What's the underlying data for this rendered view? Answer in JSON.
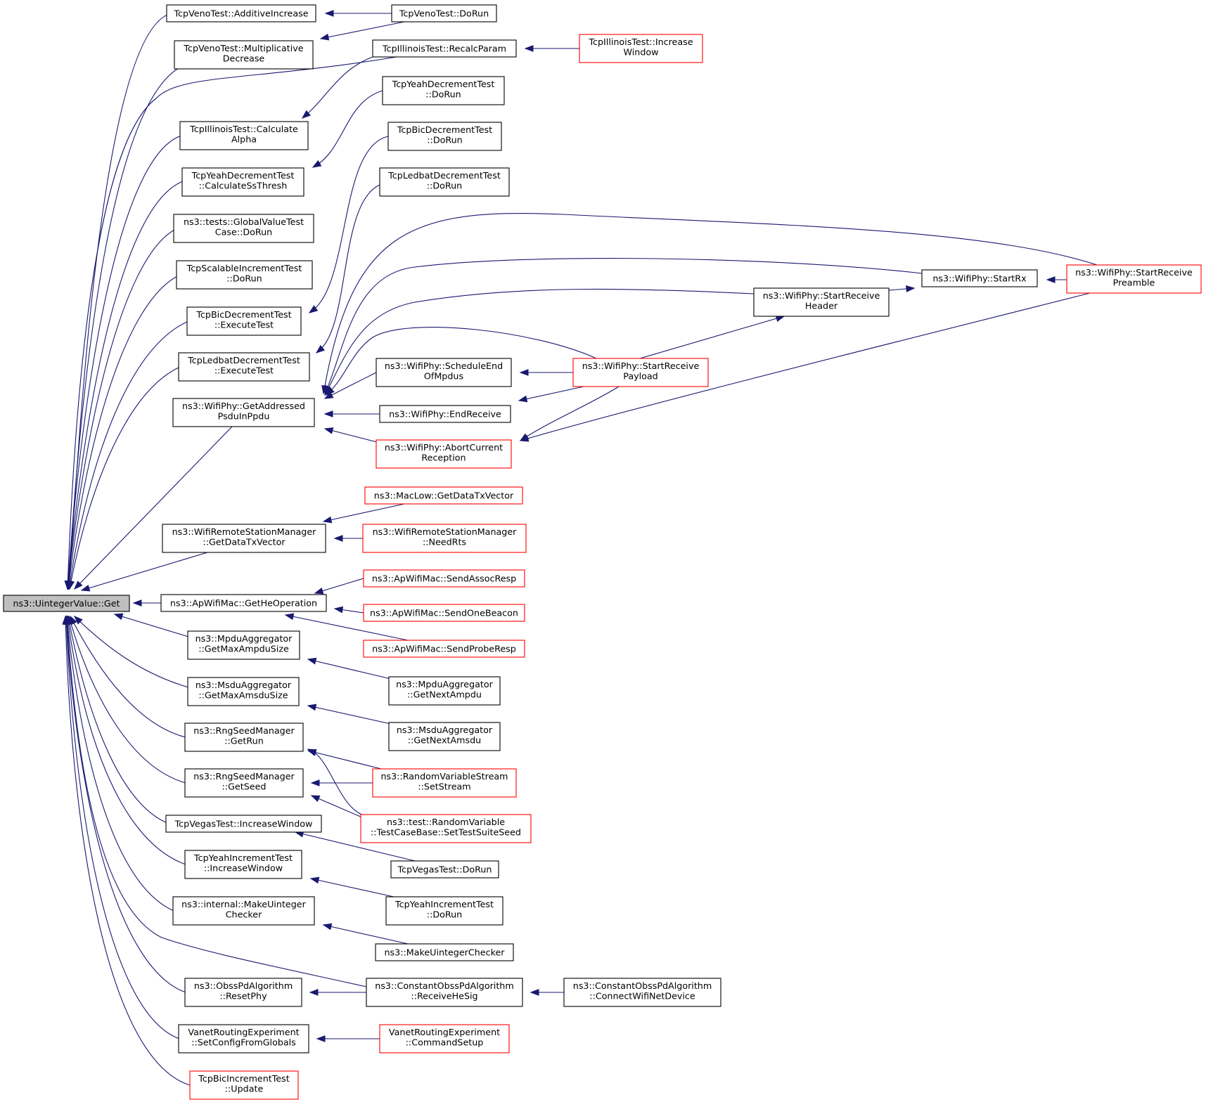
{
  "diagram": {
    "edge_color": "#191970",
    "normal_border": "#000000",
    "red_border": "#ff0000",
    "root_fill": "#bfbfbf",
    "nodes": [
      {
        "id": "root",
        "lines": [
          "ns3::UintegerValue::Get"
        ],
        "style": "root"
      },
      {
        "id": "vaddinc",
        "lines": [
          "TcpVenoTest::AdditiveIncrease"
        ],
        "style": "normal"
      },
      {
        "id": "vmul",
        "lines": [
          "TcpVenoTest::Multiplicative",
          "Decrease"
        ],
        "style": "normal"
      },
      {
        "id": "vdorun",
        "lines": [
          "TcpVenoTest::DoRun"
        ],
        "style": "normal"
      },
      {
        "id": "recalc",
        "lines": [
          "TcpIllinoisTest::RecalcParam"
        ],
        "style": "normal"
      },
      {
        "id": "incwin",
        "lines": [
          "TcpIllinoisTest::Increase",
          "Window"
        ],
        "style": "red"
      },
      {
        "id": "calpha",
        "lines": [
          "TcpIllinoisTest::Calculate",
          "Alpha"
        ],
        "style": "normal"
      },
      {
        "id": "yahdec",
        "lines": [
          "TcpYeahDecrementTest",
          "::DoRun"
        ],
        "style": "normal"
      },
      {
        "id": "yahss",
        "lines": [
          "TcpYeahDecrementTest",
          "::CalculateSsThresh"
        ],
        "style": "normal"
      },
      {
        "id": "bicdecrun",
        "lines": [
          "TcpBicDecrementTest",
          "::DoRun"
        ],
        "style": "normal"
      },
      {
        "id": "gvt",
        "lines": [
          "ns3::tests::GlobalValueTest",
          "Case::DoRun"
        ],
        "style": "normal"
      },
      {
        "id": "ledrun",
        "lines": [
          "TcpLedbatDecrementTest",
          "::DoRun"
        ],
        "style": "normal"
      },
      {
        "id": "scal",
        "lines": [
          "TcpScalableIncrementTest",
          "::DoRun"
        ],
        "style": "normal"
      },
      {
        "id": "bicexec",
        "lines": [
          "TcpBicDecrementTest",
          "::ExecuteTest"
        ],
        "style": "normal"
      },
      {
        "id": "ledexec",
        "lines": [
          "TcpLedbatDecrementTest",
          "::ExecuteTest"
        ],
        "style": "normal"
      },
      {
        "id": "getaddr",
        "lines": [
          "ns3::WifiPhy::GetAddressed",
          "PsduInPpdu"
        ],
        "style": "normal"
      },
      {
        "id": "startrx",
        "lines": [
          "ns3::WifiPhy::StartRx"
        ],
        "style": "normal"
      },
      {
        "id": "srpre",
        "lines": [
          "ns3::WifiPhy::StartReceive",
          "Preamble"
        ],
        "style": "red"
      },
      {
        "id": "srhdr",
        "lines": [
          "ns3::WifiPhy::StartReceive",
          "Header"
        ],
        "style": "normal"
      },
      {
        "id": "schedend",
        "lines": [
          "ns3::WifiPhy::ScheduleEnd",
          "OfMpdus"
        ],
        "style": "normal"
      },
      {
        "id": "srpay",
        "lines": [
          "ns3::WifiPhy::StartReceive",
          "Payload"
        ],
        "style": "red"
      },
      {
        "id": "endrecv",
        "lines": [
          "ns3::WifiPhy::EndReceive"
        ],
        "style": "normal"
      },
      {
        "id": "abort",
        "lines": [
          "ns3::WifiPhy::AbortCurrent",
          "Reception"
        ],
        "style": "red"
      },
      {
        "id": "maclow",
        "lines": [
          "ns3::MacLow::GetDataTxVector"
        ],
        "style": "red"
      },
      {
        "id": "wrsm",
        "lines": [
          "ns3::WifiRemoteStationManager",
          "::GetDataTxVector"
        ],
        "style": "normal"
      },
      {
        "id": "needrts",
        "lines": [
          "ns3::WifiRemoteStationManager",
          "::NeedRts"
        ],
        "style": "red"
      },
      {
        "id": "assoc",
        "lines": [
          "ns3::ApWifiMac::SendAssocResp"
        ],
        "style": "red"
      },
      {
        "id": "heop",
        "lines": [
          "ns3::ApWifiMac::GetHeOperation"
        ],
        "style": "normal"
      },
      {
        "id": "beacon",
        "lines": [
          "ns3::ApWifiMac::SendOneBeacon"
        ],
        "style": "red"
      },
      {
        "id": "probe",
        "lines": [
          "ns3::ApWifiMac::SendProbeResp"
        ],
        "style": "red"
      },
      {
        "id": "mpdumax",
        "lines": [
          "ns3::MpduAggregator",
          "::GetMaxAmpduSize"
        ],
        "style": "normal"
      },
      {
        "id": "mpdunext",
        "lines": [
          "ns3::MpduAggregator",
          "::GetNextAmpdu"
        ],
        "style": "normal"
      },
      {
        "id": "msdumax",
        "lines": [
          "ns3::MsduAggregator",
          "::GetMaxAmsduSize"
        ],
        "style": "normal"
      },
      {
        "id": "msdunext",
        "lines": [
          "ns3::MsduAggregator",
          "::GetNextAmsdu"
        ],
        "style": "normal"
      },
      {
        "id": "getrun",
        "lines": [
          "ns3::RngSeedManager",
          "::GetRun"
        ],
        "style": "normal"
      },
      {
        "id": "setstream",
        "lines": [
          "ns3::RandomVariableStream",
          "::SetStream"
        ],
        "style": "red"
      },
      {
        "id": "getseed",
        "lines": [
          "ns3::RngSeedManager",
          "::GetSeed"
        ],
        "style": "normal"
      },
      {
        "id": "settest",
        "lines": [
          "ns3::test::RandomVariable",
          "::TestCaseBase::SetTestSuiteSeed"
        ],
        "style": "red"
      },
      {
        "id": "vegasinc",
        "lines": [
          "TcpVegasTest::IncreaseWindow"
        ],
        "style": "normal"
      },
      {
        "id": "vegasrun",
        "lines": [
          "TcpVegasTest::DoRun"
        ],
        "style": "normal"
      },
      {
        "id": "yahinc",
        "lines": [
          "TcpYeahIncrementTest",
          "::IncreaseWindow"
        ],
        "style": "normal"
      },
      {
        "id": "yahincrun",
        "lines": [
          "TcpYeahIncrementTest",
          "::DoRun"
        ],
        "style": "normal"
      },
      {
        "id": "mkint",
        "lines": [
          "ns3::internal::MakeUinteger",
          "Checker"
        ],
        "style": "normal"
      },
      {
        "id": "mkchk",
        "lines": [
          "ns3::MakeUintegerChecker"
        ],
        "style": "normal"
      },
      {
        "id": "obssreset",
        "lines": [
          "ns3::ObssPdAlgorithm",
          "::ResetPhy"
        ],
        "style": "normal"
      },
      {
        "id": "constrecv",
        "lines": [
          "ns3::ConstantObssPdAlgorithm",
          "::ReceiveHeSig"
        ],
        "style": "normal"
      },
      {
        "id": "constconn",
        "lines": [
          "ns3::ConstantObssPdAlgorithm",
          "::ConnectWifiNetDevice"
        ],
        "style": "normal"
      },
      {
        "id": "vanetset",
        "lines": [
          "VanetRoutingExperiment",
          "::SetConfigFromGlobals"
        ],
        "style": "normal"
      },
      {
        "id": "vanetcmd",
        "lines": [
          "VanetRoutingExperiment",
          "::CommandSetup"
        ],
        "style": "red"
      },
      {
        "id": "bicupd",
        "lines": [
          "TcpBicIncrementTest",
          "::Update"
        ],
        "style": "red"
      }
    ]
  }
}
